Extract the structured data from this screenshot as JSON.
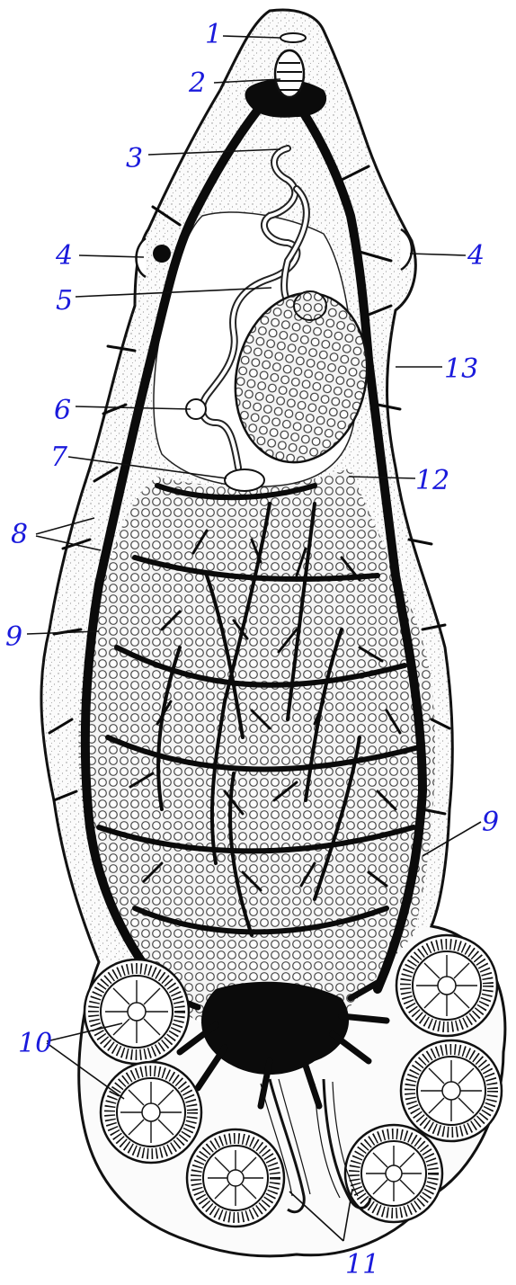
{
  "labels": {
    "l1": "1",
    "l2": "2",
    "l3": "3",
    "l4_left": "4",
    "l4_right": "4",
    "l5": "5",
    "l6": "6",
    "l7": "7",
    "l8": "8",
    "l9_left": "9",
    "l9_right": "9",
    "l10": "10",
    "l11": "11",
    "l12": "12",
    "l13": "13"
  },
  "colors": {
    "label": "#1a1adc",
    "ink": "#111111",
    "paper": "#ffffff"
  }
}
